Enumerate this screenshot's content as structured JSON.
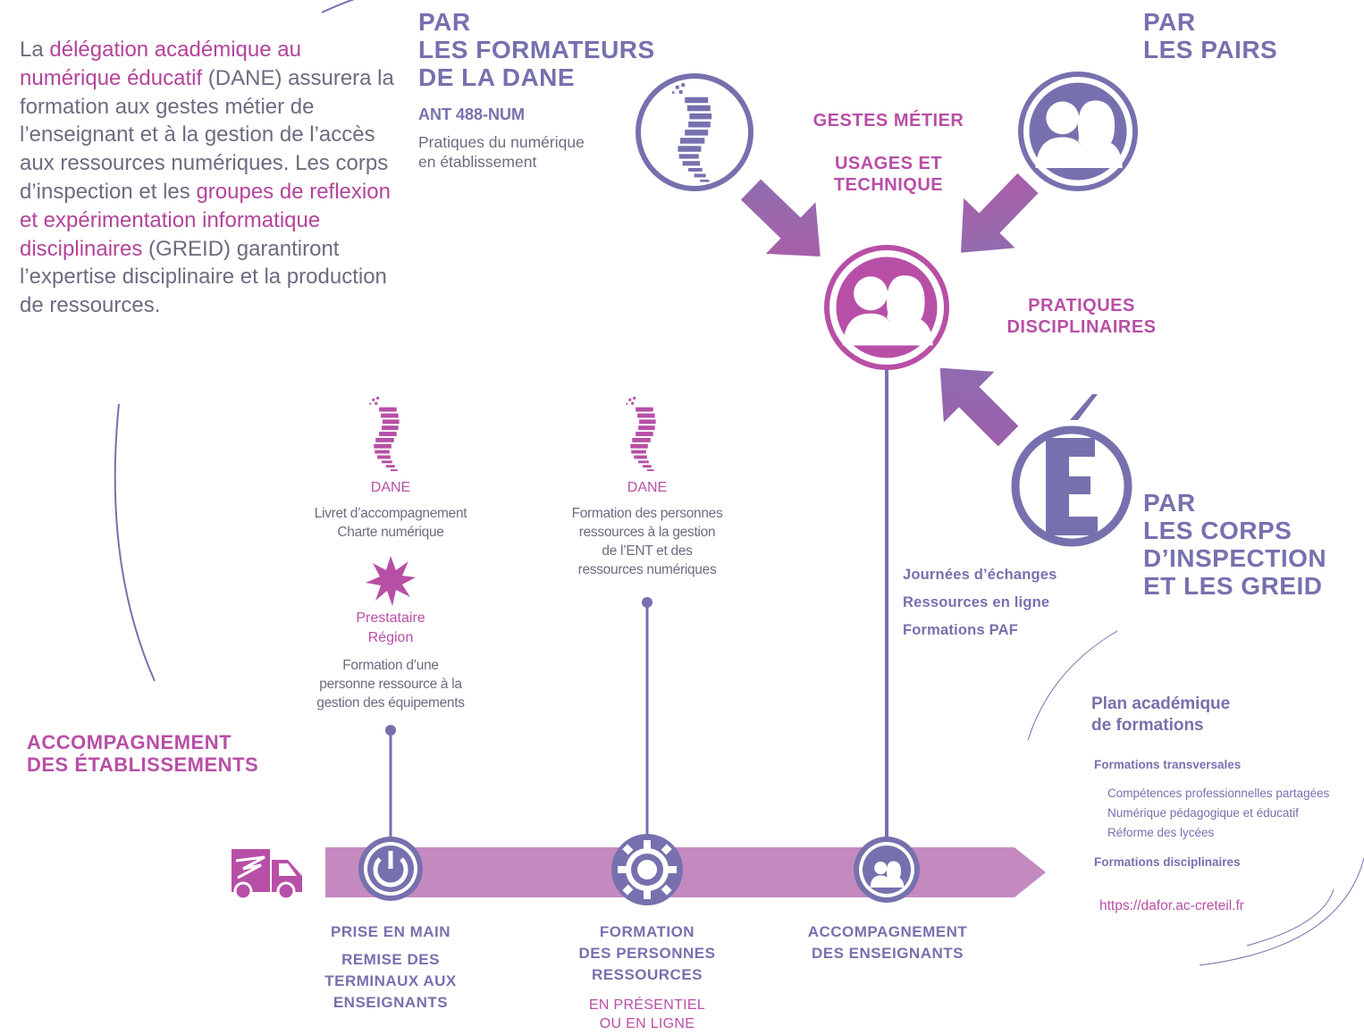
{
  "intro": {
    "t1": "La ",
    "h1": "délégation académique au numérique éducatif",
    "t2": " (DANE) assurera la formation aux gestes métier de l’enseignant et à la gestion de l’accès aux ressources numériques. Les corps d’inspection et les ",
    "h2": "groupes de reflexion et expérimentation informatique disciplinaires",
    "t3": " (GREID) garantiront l’expertise disciplinaire et la production de ressources."
  },
  "formateurs": {
    "heading": [
      "PAR",
      "LES FORMATEURS",
      "DE LA DANE"
    ],
    "code": "ANT 488-NUM",
    "desc": [
      "Pratiques du numérique",
      "en établissement"
    ]
  },
  "pairs": {
    "heading": [
      "PAR",
      "LES PAIRS"
    ]
  },
  "inspection": {
    "heading": [
      "PAR",
      "LES CORPS",
      "D’INSPECTION",
      "ET LES GREID"
    ],
    "logo_letter": "É"
  },
  "center_labels": {
    "gestes": "GESTES MÉTIER",
    "usages": [
      "USAGES ET",
      "TECHNIQUE"
    ],
    "pratiques": [
      "PRATIQUES",
      "DISCIPLINAIRES"
    ]
  },
  "support_links": [
    "Journées d’échanges",
    "Ressources en ligne",
    "Formations PAF"
  ],
  "accompagnement": [
    "ACCOMPAGNEMENT",
    "DES ÉTABLISSEMENTS"
  ],
  "dane_left": {
    "label": "DANE",
    "desc": [
      "Livret d’accompagnement",
      "Charte numérique"
    ]
  },
  "prestataire": {
    "label": [
      "Prestataire",
      "Région"
    ],
    "desc": [
      "Formation d’une",
      "personne ressource à la",
      "gestion des équipements"
    ]
  },
  "dane_mid": {
    "label": "DANE",
    "desc": [
      "Formation des personnes",
      "ressources à la gestion",
      "de l’ENT et des",
      "ressources numériques"
    ]
  },
  "steps": {
    "s1_title": "PRISE EN MAIN",
    "s1_sub": [
      "REMISE DES",
      "TERMINAUX AUX",
      "ENSEIGNANTS"
    ],
    "s2_title": [
      "FORMATION",
      "DES PERSONNES",
      "RESSOURCES"
    ],
    "s2_sub": [
      "EN PRÉSENTIEL",
      "OU EN LIGNE"
    ],
    "s3_title": [
      "ACCOMPAGNEMENT",
      "DES ENSEIGNANTS"
    ]
  },
  "paf": {
    "title": [
      "Plan académique",
      "de formations"
    ],
    "transversales": "Formations transversales",
    "items": [
      "Compétences professionnelles partagées",
      "Numérique pédagogique et éducatif",
      "Réforme des lycées"
    ],
    "disciplinaires": "Formations disciplinaires",
    "url": "https://dafor.ac-creteil.fr"
  },
  "colors": {
    "purple": "#7671ae",
    "pink": "#b84fa6",
    "bar": "#c48ac0",
    "text": "#6c6c80"
  },
  "icons": [
    "dane-logo-icon",
    "pairs-icon",
    "marianne-e-icon",
    "truck-icon",
    "power-icon",
    "gear-icon",
    "people-icon",
    "star-burst-icon",
    "arrow-icon"
  ]
}
